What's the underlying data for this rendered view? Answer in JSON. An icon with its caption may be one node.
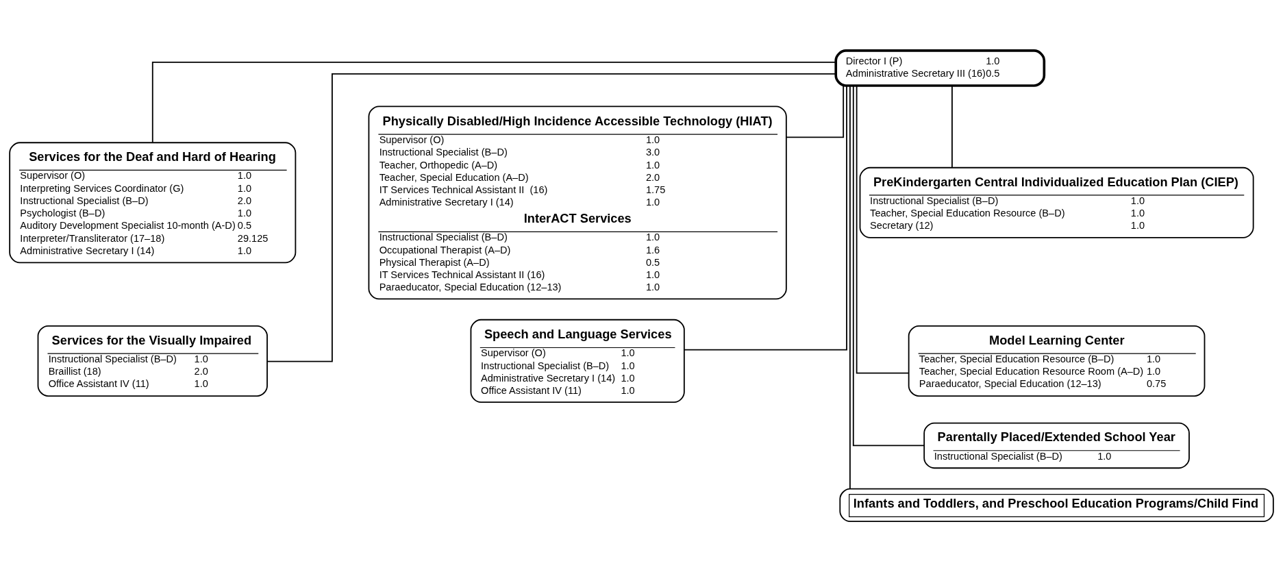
{
  "diagram": {
    "nodes": [
      {
        "text": [
          "Director I (P)",
          "1.0",
          "Administrative Secretary III (16)",
          "0.5"
        ]
      },
      {
        "text": [
          "Services for the Deaf and Hard of Hearing",
          "Supervisor (O)",
          "1.0",
          "Interpreting Services Coordinator (G)",
          "1.0",
          "Instructional Specialist (B–D)",
          "2.0",
          "Psychologist (B–D)",
          "1.0",
          "Auditory Development Specialist 10-month (A-D)",
          "0.5",
          "Interpreter/Transliterator (17–18)",
          "29.125",
          "Administrative Secretary I (14)",
          "1.0"
        ]
      },
      {
        "text": [
          "Services for the Visually Impaired",
          "Instructional Specialist (B–D)",
          "1.0",
          "Braillist (18)",
          "2.0",
          "Office Assistant IV (11)",
          "1.0"
        ]
      },
      {
        "text": [
          "Physically Disabled/High Incidence Accessible Technology (HIAT)",
          "Supervisor (O)",
          "1.0",
          "Instructional Specialist (B–D)",
          "3.0",
          "Teacher, Orthopedic (A–D)",
          "1.0",
          "Teacher, Special Education (A–D)",
          "2.0",
          "IT Services Technical Assistant II  (16)",
          "1.75",
          "Administrative Secretary I (14)",
          "1.0",
          "InterACT Services",
          "Instructional Specialist (B–D)",
          "1.0",
          "Occupational Therapist (A–D)",
          "1.6",
          "Physical Therapist (A–D)",
          "0.5",
          "IT Services Technical Assistant II (16)",
          "1.0",
          "Paraeducator, Special Education (12–13)",
          "1.0"
        ]
      },
      {
        "text": [
          "Speech and Language Services",
          "Supervisor (O)",
          "1.0",
          "Instructional Specialist (B–D)",
          "1.0",
          "Administrative Secretary I (14)",
          "1.0",
          "Office Assistant IV (11)",
          "1.0"
        ]
      },
      {
        "text": [
          "PreKindergarten Central Individualized Education Plan (CIEP)",
          "Instructional Specialist (B–D)",
          "1.0",
          "Teacher, Special Education Resource (B–D)",
          "1.0",
          "Secretary (12)",
          "1.0"
        ]
      },
      {
        "text": [
          "Model Learning Center",
          "Teacher, Special Education Resource (B–D)",
          "1.0",
          "Teacher, Special Education Resource Room (A–D)",
          "1.0",
          "Paraeducator, Special Education (12–13)",
          "0.75"
        ]
      },
      {
        "text": [
          "Parentally Placed/Extended School Year",
          "Instructional Specialist (B–D)",
          "1.0"
        ]
      },
      {
        "text": [
          "Infants and Toddlers, and Preschool Education Programs/Child Find"
        ]
      }
    ],
    "edges": [
      {
        "from": 0,
        "to": 1,
        "arrow": "none"
      },
      {
        "from": 0,
        "to": 2,
        "arrow": "none"
      },
      {
        "from": 0,
        "to": 3,
        "arrow": "none"
      },
      {
        "from": 0,
        "to": 4,
        "arrow": "none"
      },
      {
        "from": 0,
        "to": 5,
        "arrow": "none"
      },
      {
        "from": 0,
        "to": 6,
        "arrow": "none"
      },
      {
        "from": 0,
        "to": 7,
        "arrow": "none"
      },
      {
        "from": 0,
        "to": 8,
        "arrow": "none"
      }
    ]
  }
}
